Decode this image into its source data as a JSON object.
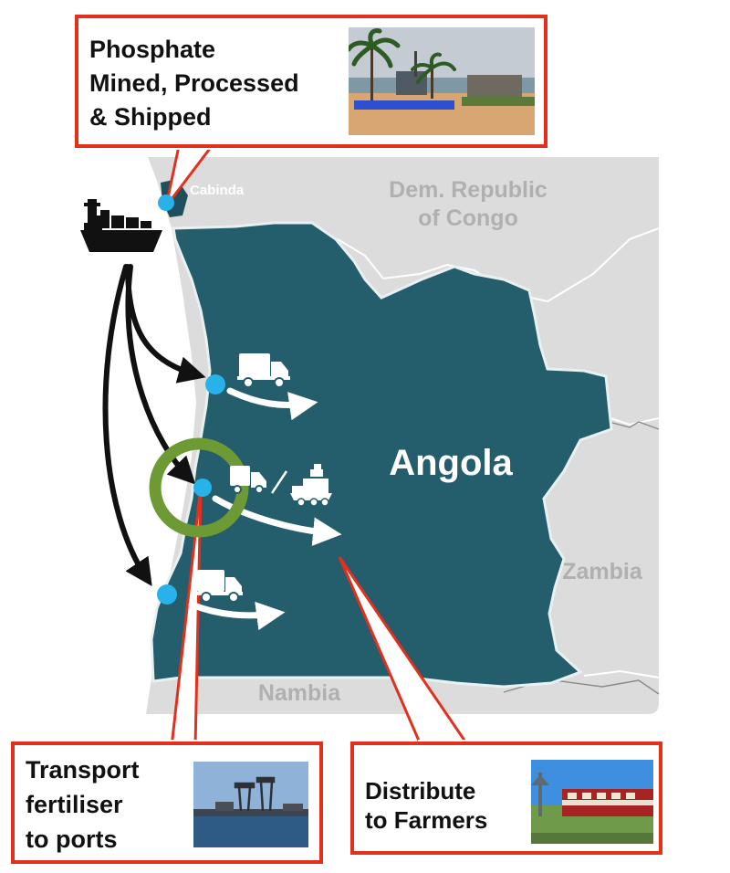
{
  "map": {
    "country_label": "Angola",
    "neighbors": {
      "drc": "Dem. Republic\nof Congo",
      "zambia": "Zambia",
      "namibia": "Nambia",
      "cabinda": "Cabinda"
    }
  },
  "callouts": {
    "phosphate": {
      "text": "Phosphate\nMined, Processed\n& Shipped"
    },
    "transport": {
      "text": "Transport\nfertiliser\nto ports"
    },
    "distribute": {
      "text": "Distribute\nto Farmers"
    }
  },
  "colors": {
    "angola": "#245d6b",
    "land": "#d8d8d8",
    "callout_border": "#e3301d",
    "port_dot": "#29b1ea",
    "highlight_ring": "#6d9a34",
    "label_gray": "#b0b0b0"
  },
  "icons": [
    "ship-icon",
    "truck-icon",
    "train-icon"
  ]
}
